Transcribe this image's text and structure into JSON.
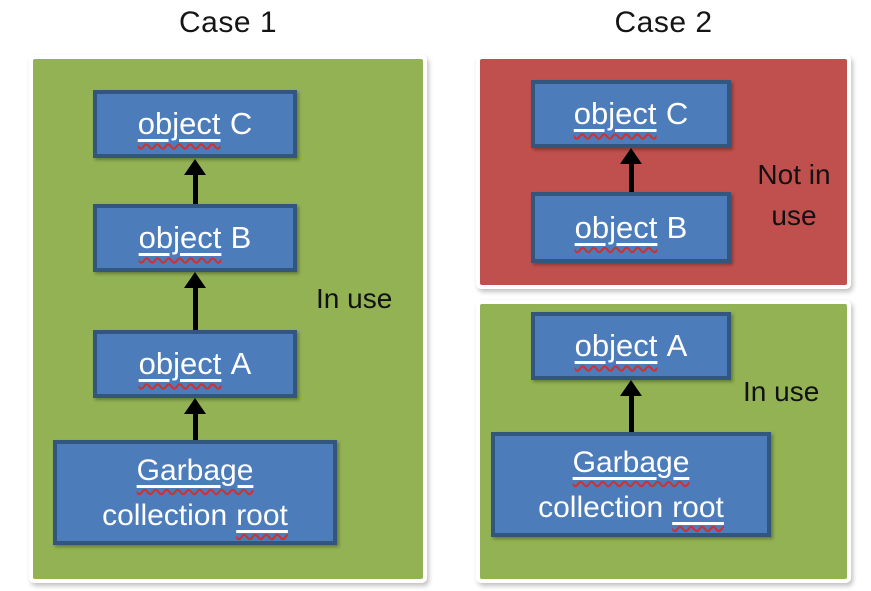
{
  "case1": {
    "title": "Case 1",
    "status_label": "In use",
    "boxes": {
      "object_c": {
        "word": "object",
        "suffix": "C"
      },
      "object_b": {
        "word": "object",
        "suffix": "B"
      },
      "object_a": {
        "word": "object",
        "suffix": "A"
      },
      "root": {
        "line1_word": "Garbage",
        "line2_plain": "collection",
        "line2_underlined": "root"
      }
    }
  },
  "case2": {
    "title": "Case 2",
    "not_in_use_panel": {
      "status_label_line1": "Not in",
      "status_label_line2": "use",
      "boxes": {
        "object_c": {
          "word": "object",
          "suffix": "C"
        },
        "object_b": {
          "word": "object",
          "suffix": "B"
        }
      }
    },
    "in_use_panel": {
      "status_label": "In use",
      "boxes": {
        "object_a": {
          "word": "object",
          "suffix": "A"
        },
        "root": {
          "line1_word": "Garbage",
          "line2_plain": "collection",
          "line2_underlined": "root"
        }
      }
    }
  },
  "colors": {
    "in_use_green": "#92b254",
    "not_in_use_red": "#c0504d",
    "box_fill_blue": "#4c7cba",
    "box_border_blue": "#33567e",
    "arrow_black": "#000000",
    "box_text_white": "#ffffff",
    "label_text_black": "#111111",
    "spellcheck_squiggle_red": "#d03030"
  }
}
